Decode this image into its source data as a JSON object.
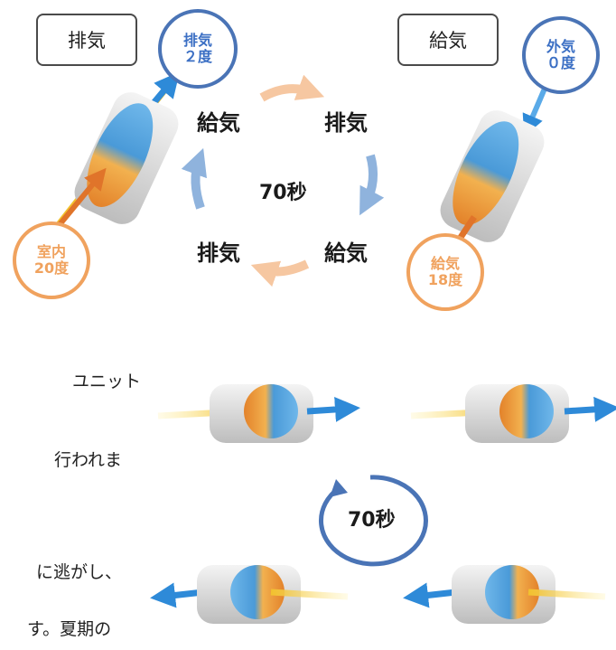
{
  "top_left": {
    "box_label": "排気",
    "blue_circle": {
      "line1": "排気",
      "line2": "２度"
    },
    "orange_circle": {
      "line1": "室内",
      "line2": "20度"
    }
  },
  "top_right": {
    "box_label": "給気",
    "blue_circle": {
      "line1": "外気",
      "line2": "０度"
    },
    "orange_circle": {
      "line1": "給気",
      "line2": "18度"
    }
  },
  "cycle": {
    "top_left": "給気",
    "top_right": "排気",
    "center": "70秒",
    "bottom_left": "排気",
    "bottom_right": "給気"
  },
  "lower": {
    "cycle_label": "70秒"
  },
  "text_fragments": [
    "ユニット",
    "行われま",
    "に逃がし、",
    "す。夏期の"
  ],
  "colors": {
    "blue": "#3b7fd0",
    "orange": "#f0a25e",
    "circle_blue": "#4a74b6"
  }
}
